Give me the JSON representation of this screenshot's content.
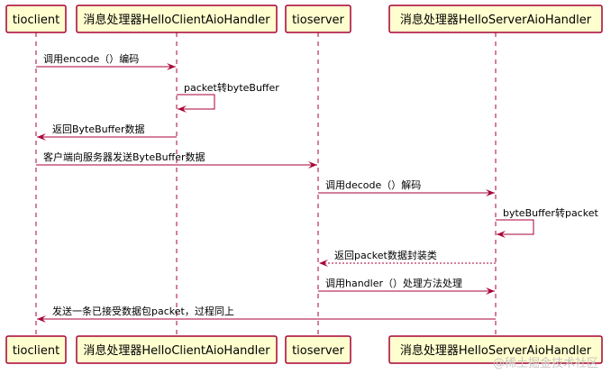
{
  "participants": [
    {
      "id": "client",
      "label": "tioclient"
    },
    {
      "id": "chandler",
      "label": "消息处理器HelloClientAioHandler"
    },
    {
      "id": "server",
      "label": "tioserver"
    },
    {
      "id": "shandler",
      "label": "消息处理器HelloServerAioHandler"
    }
  ],
  "messages": [
    {
      "from": "client",
      "to": "chandler",
      "label": "调用encode（）编码",
      "style": "solid"
    },
    {
      "from": "chandler",
      "to": "chandler",
      "label": "packet转byteBuffer",
      "style": "self"
    },
    {
      "from": "chandler",
      "to": "client",
      "label": "返回ByteBuffer数据",
      "style": "solid"
    },
    {
      "from": "client",
      "to": "server",
      "label": "客户端向服务器发送ByteBuffer数据",
      "style": "solid"
    },
    {
      "from": "server",
      "to": "shandler",
      "label": "调用decode（）解码",
      "style": "solid"
    },
    {
      "from": "shandler",
      "to": "shandler",
      "label": "byteBuffer转packet",
      "style": "self"
    },
    {
      "from": "shandler",
      "to": "server",
      "label": "返回packet数据封装类",
      "style": "dashed"
    },
    {
      "from": "server",
      "to": "shandler",
      "label": "调用handler（）处理方法处理",
      "style": "solid"
    },
    {
      "from": "shandler",
      "to": "client",
      "label": "发送一条已接受数据包packet，过程同上",
      "style": "solid"
    }
  ],
  "colors": {
    "line": "#a80036",
    "box_fill": "#fefece",
    "text": "#000000"
  },
  "watermark": "@稀土掘金技术社区"
}
